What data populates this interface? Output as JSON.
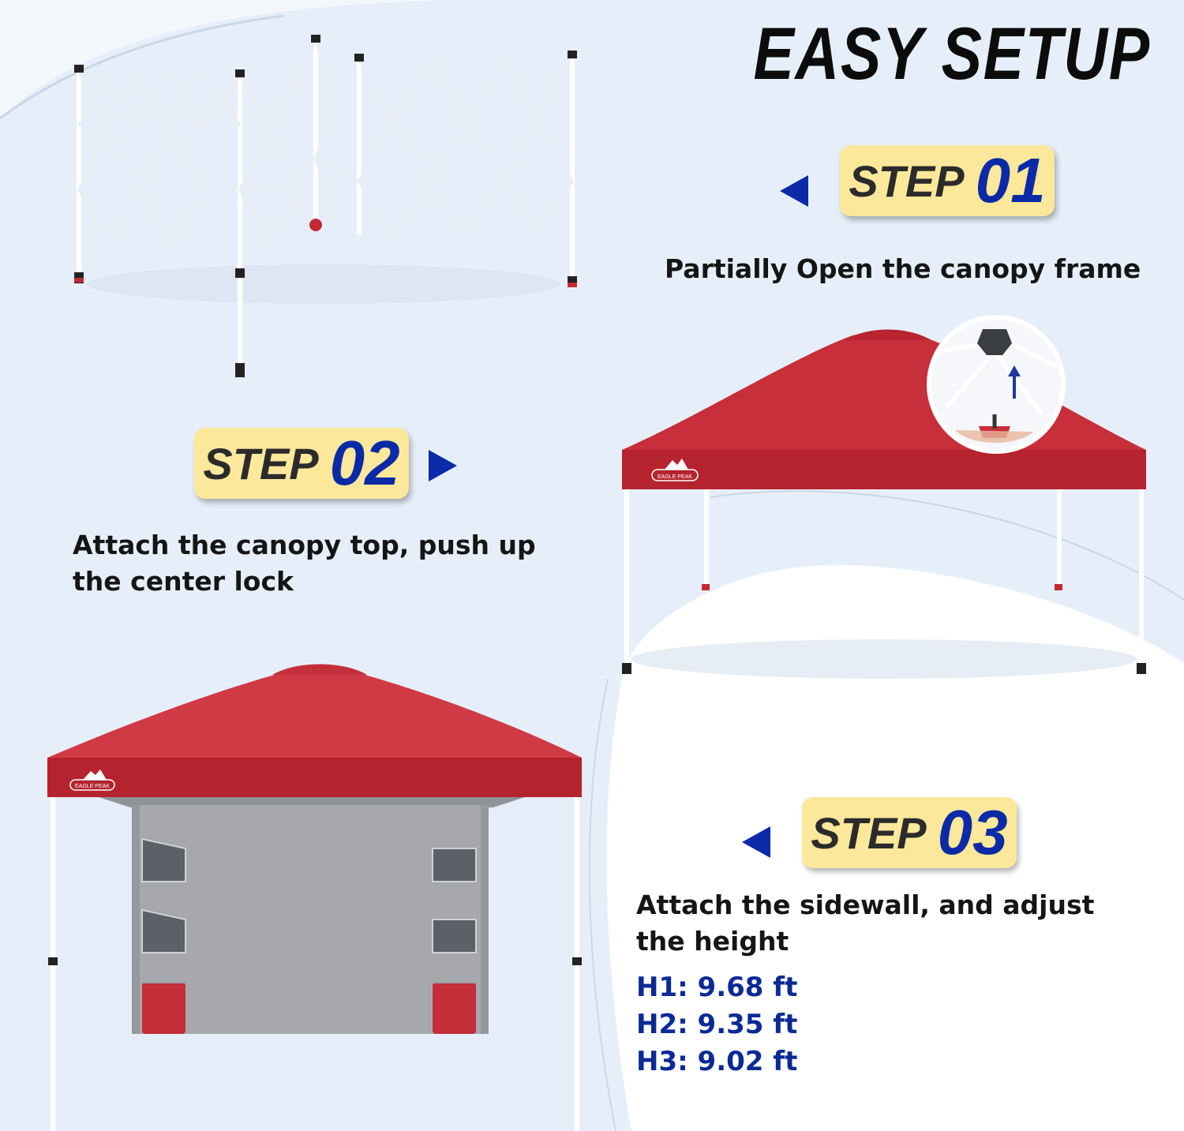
{
  "title": "EASY SETUP",
  "steps": [
    {
      "word": "STEP",
      "number": "01",
      "caption": "Partially Open the canopy frame"
    },
    {
      "word": "STEP",
      "number": "02",
      "caption_line1": "Attach the canopy top, push up",
      "caption_line2": "the center lock"
    },
    {
      "word": "STEP",
      "number": "03",
      "caption_line1": "Attach the sidewall, and adjust",
      "caption_line2": "the height"
    }
  ],
  "heights": [
    "H1: 9.68 ft",
    "H2: 9.35 ft",
    "H3: 9.02 ft"
  ],
  "brand": "EAGLE PEAK",
  "colors": {
    "background": "#e6eff9",
    "canopy_red": "#c72f3a",
    "badge_yellow": "#fbe89a",
    "accent_blue": "#0b2aa8",
    "sidewall_gray": "#a6a8ab"
  },
  "icons": [
    "step-arrow-left-icon",
    "step-arrow-right-icon",
    "eagle-peak-logo",
    "center-lock-arrow-icon"
  ]
}
